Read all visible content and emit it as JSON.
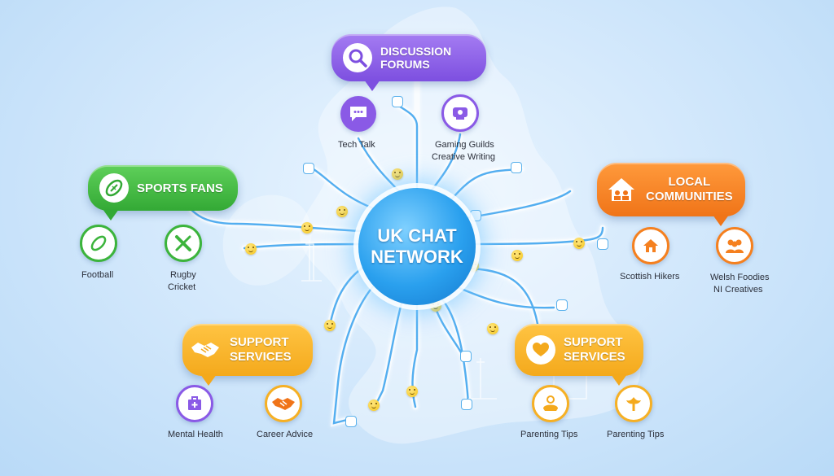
{
  "hub": {
    "line1": "UK CHAT",
    "line2": "NETWORK"
  },
  "categories": {
    "discussion": {
      "title": "DISCUSSION FORUMS",
      "color": "#8a5ae6",
      "icon": "magnifier-icon"
    },
    "sports": {
      "title": "SPORTS FANS",
      "color": "#3cb43c",
      "icon": "rugby-ball-icon"
    },
    "local": {
      "title_line1": "LOCAL",
      "title_line2": "COMMUNITIES",
      "color": "#f5801f",
      "icon": "community-house-icon"
    },
    "support_left": {
      "title_line1": "SUPPORT",
      "title_line2": "SERVICES",
      "color": "#f6b024",
      "icon": "handshake-icon"
    },
    "support_right": {
      "title_line1": "SUPPORT",
      "title_line2": "SERVICES",
      "color": "#f6b024",
      "icon": "heart-chat-icon"
    }
  },
  "subtopics": {
    "tech_talk": "Tech Talk",
    "gaming_guilds": "Gaming Guilds",
    "creative_writing": "Creative Writing",
    "football": "Football",
    "rugby": "Rugby",
    "cricket": "Cricket",
    "scottish_hikers": "Scottish Hikers",
    "welsh_foodies": "Welsh Foodies",
    "ni_creatives": "NI Creatives",
    "mental_health": "Mental Health",
    "career_advice": "Career Advice",
    "parenting_tips_1": "Parenting Tips",
    "parenting_tips_2": "Parenting Tips"
  }
}
